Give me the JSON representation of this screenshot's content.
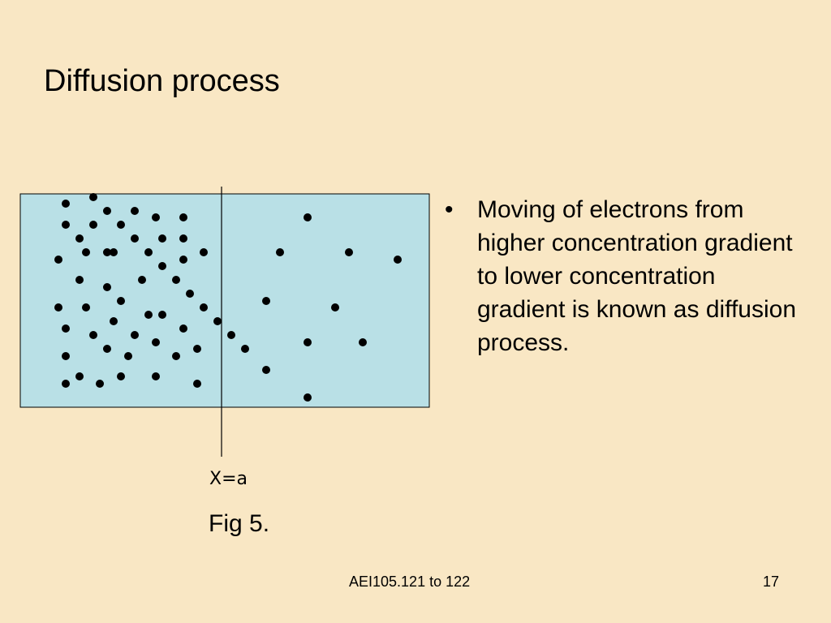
{
  "slide": {
    "title": "Diffusion process",
    "axis_label": "X=a",
    "figure_caption": "Fig 5.",
    "bullet_symbol": "•",
    "bullets": [
      "Moving of electrons from higher concentration gradient to lower concentration gradient is known as diffusion process."
    ],
    "footer": "AEI105.121 to 122",
    "page_number": "17"
  },
  "colors": {
    "background": "#f9e7c4",
    "box_fill": "#b9e0e6",
    "dot": "#000000"
  }
}
